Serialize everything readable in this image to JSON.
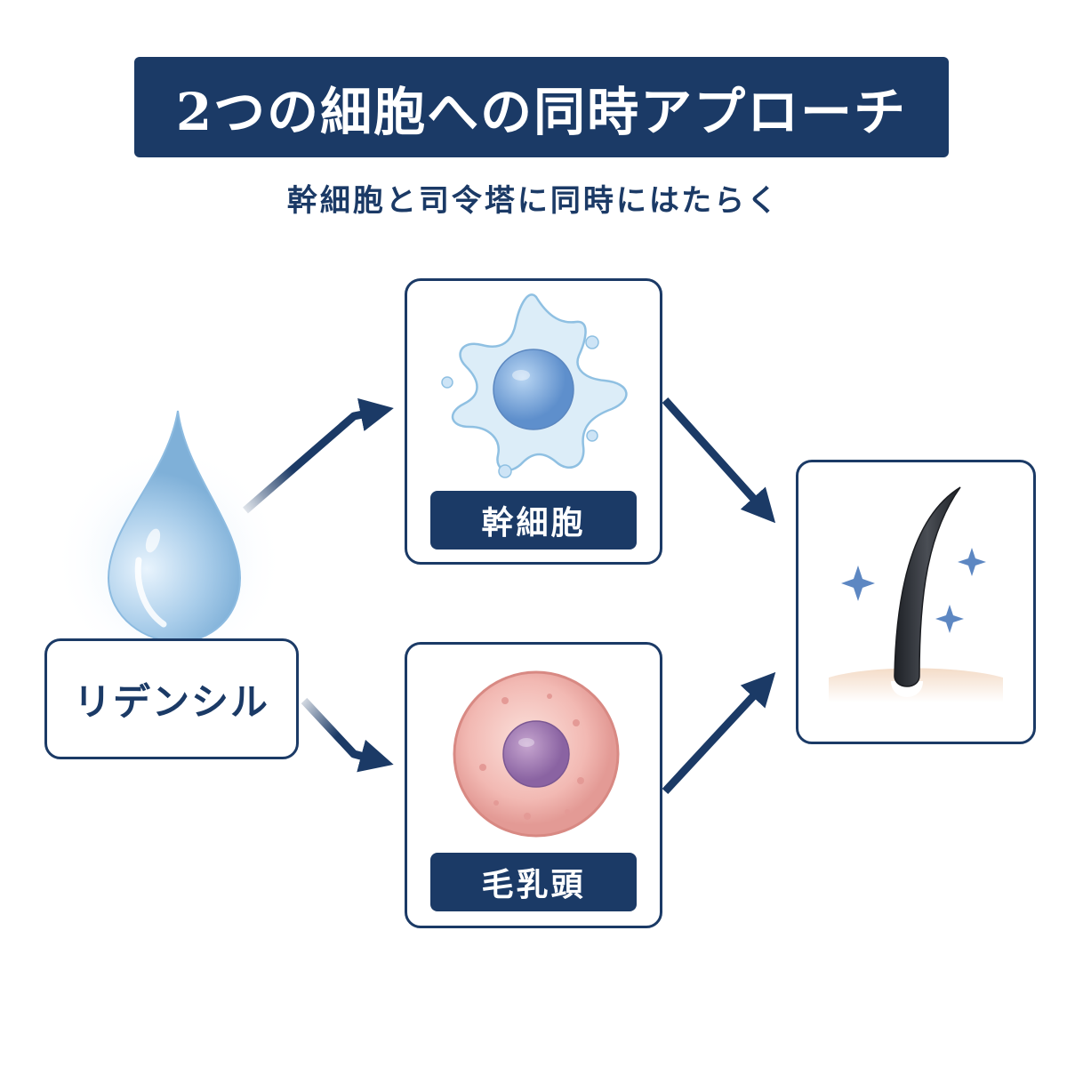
{
  "title": "2つの細胞への同時アプローチ",
  "subtitle": "幹細胞と司令塔に同時にはたらく",
  "ingredient": {
    "label": "リデンシル",
    "icon": "water-drop-icon"
  },
  "targets": [
    {
      "label": "幹細胞",
      "icon": "stem-cell-icon"
    },
    {
      "label": "毛乳頭",
      "icon": "dermal-papilla-cell-icon"
    }
  ],
  "result": {
    "icon": "hair-growth-icon"
  },
  "colors": {
    "navy": "#1b3a66",
    "stem_cell": "#bcd8f0",
    "papilla_cell": "#f1b7b3",
    "hair": "#2a2d33"
  }
}
